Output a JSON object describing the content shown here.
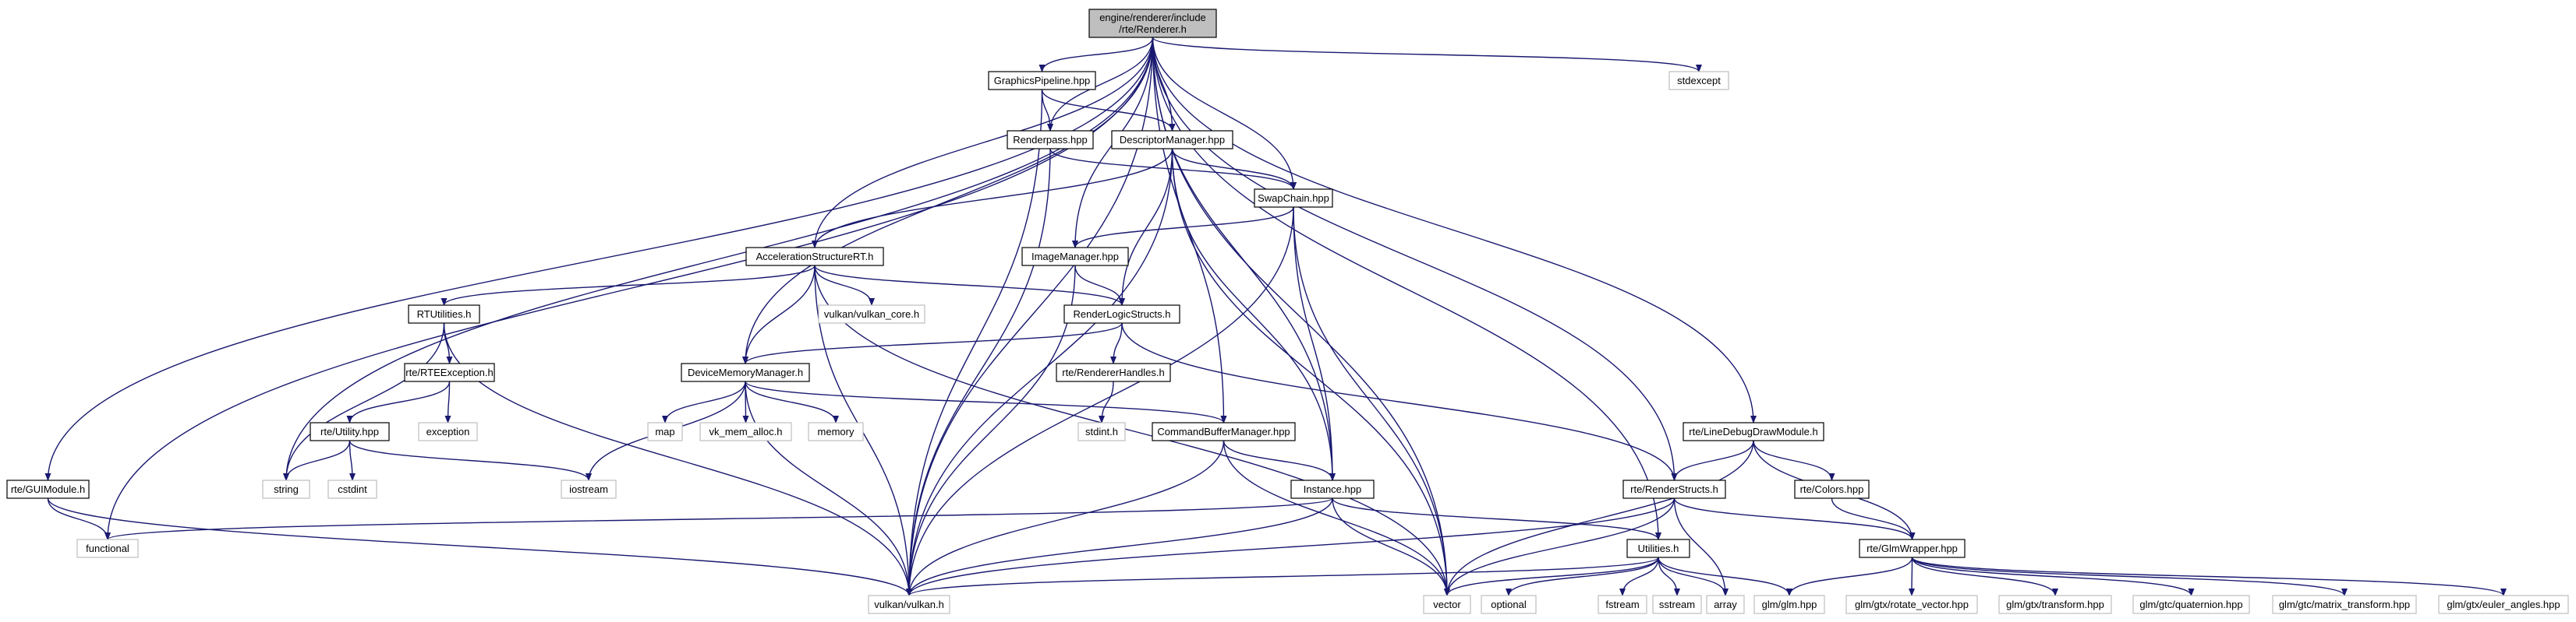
{
  "graph": {
    "root": "engine/renderer/include/rte/Renderer.h",
    "nodes": {
      "renderer": {
        "lines": [
          "engine/renderer/include",
          "/rte/Renderer.h"
        ],
        "system": false,
        "root": true
      },
      "gp": {
        "lines": [
          "GraphicsPipeline.hpp"
        ],
        "system": false
      },
      "rp": {
        "lines": [
          "Renderpass.hpp"
        ],
        "system": false
      },
      "dm": {
        "lines": [
          "DescriptorManager.hpp"
        ],
        "system": false
      },
      "sc": {
        "lines": [
          "SwapChain.hpp"
        ],
        "system": false
      },
      "as": {
        "lines": [
          "AccelerationStructureRT.h"
        ],
        "system": false
      },
      "im": {
        "lines": [
          "ImageManager.hpp"
        ],
        "system": false
      },
      "rls": {
        "lines": [
          "RenderLogicStructs.h"
        ],
        "system": false
      },
      "rtu": {
        "lines": [
          "RTUtilities.h"
        ],
        "system": false
      },
      "rtee": {
        "lines": [
          "rte/RTEException.h"
        ],
        "system": false
      },
      "util": {
        "lines": [
          "rte/Utility.hpp"
        ],
        "system": false
      },
      "dmm": {
        "lines": [
          "DeviceMemoryManager.h"
        ],
        "system": false
      },
      "rh": {
        "lines": [
          "rte/RendererHandles.h"
        ],
        "system": false
      },
      "cbm": {
        "lines": [
          "CommandBufferManager.hpp"
        ],
        "system": false
      },
      "inst": {
        "lines": [
          "Instance.hpp"
        ],
        "system": false
      },
      "utilities": {
        "lines": [
          "Utilities.h"
        ],
        "system": false
      },
      "gui": {
        "lines": [
          "rte/GUIModule.h"
        ],
        "system": false
      },
      "ldd": {
        "lines": [
          "rte/LineDebugDrawModule.h"
        ],
        "system": false
      },
      "rs": {
        "lines": [
          "rte/RenderStructs.h"
        ],
        "system": false
      },
      "colors": {
        "lines": [
          "rte/Colors.hpp"
        ],
        "system": false
      },
      "glmw": {
        "lines": [
          "rte/GlmWrapper.hpp"
        ],
        "system": false
      },
      "stdexcept": {
        "lines": [
          "stdexcept"
        ],
        "system": true
      },
      "vkcore": {
        "lines": [
          "vulkan/vulkan_core.h"
        ],
        "system": true
      },
      "string": {
        "lines": [
          "string"
        ],
        "system": true
      },
      "cstdint": {
        "lines": [
          "cstdint"
        ],
        "system": true
      },
      "exception": {
        "lines": [
          "exception"
        ],
        "system": true
      },
      "iostream": {
        "lines": [
          "iostream"
        ],
        "system": true
      },
      "map": {
        "lines": [
          "map"
        ],
        "system": true
      },
      "vma": {
        "lines": [
          "vk_mem_alloc.h"
        ],
        "system": true
      },
      "memory": {
        "lines": [
          "memory"
        ],
        "system": true
      },
      "stdint": {
        "lines": [
          "stdint.h"
        ],
        "system": true
      },
      "functional": {
        "lines": [
          "functional"
        ],
        "system": true
      },
      "vulkan": {
        "lines": [
          "vulkan/vulkan.h"
        ],
        "system": true
      },
      "vector": {
        "lines": [
          "vector"
        ],
        "system": true
      },
      "optional": {
        "lines": [
          "optional"
        ],
        "system": true
      },
      "fstream": {
        "lines": [
          "fstream"
        ],
        "system": true
      },
      "sstream": {
        "lines": [
          "sstream"
        ],
        "system": true
      },
      "array": {
        "lines": [
          "array"
        ],
        "system": true
      },
      "glm": {
        "lines": [
          "glm/glm.hpp"
        ],
        "system": true
      },
      "rotvec": {
        "lines": [
          "glm/gtx/rotate_vector.hpp"
        ],
        "system": true
      },
      "gtxtr": {
        "lines": [
          "glm/gtx/transform.hpp"
        ],
        "system": true
      },
      "quat": {
        "lines": [
          "glm/gtc/quaternion.hpp"
        ],
        "system": true
      },
      "mattr": {
        "lines": [
          "glm/gtc/matrix_transform.hpp"
        ],
        "system": true
      },
      "euler": {
        "lines": [
          "glm/gtx/euler_angles.hpp"
        ],
        "system": true
      }
    },
    "edges": [
      [
        "renderer",
        "gp"
      ],
      [
        "renderer",
        "rp"
      ],
      [
        "renderer",
        "dm"
      ],
      [
        "renderer",
        "sc"
      ],
      [
        "renderer",
        "as"
      ],
      [
        "renderer",
        "im"
      ],
      [
        "renderer",
        "dmm"
      ],
      [
        "renderer",
        "cbm"
      ],
      [
        "renderer",
        "inst"
      ],
      [
        "renderer",
        "utilities"
      ],
      [
        "renderer",
        "gui"
      ],
      [
        "renderer",
        "ldd"
      ],
      [
        "renderer",
        "rs"
      ],
      [
        "renderer",
        "stdexcept"
      ],
      [
        "renderer",
        "string"
      ],
      [
        "renderer",
        "functional"
      ],
      [
        "renderer",
        "vulkan"
      ],
      [
        "renderer",
        "vector"
      ],
      [
        "gp",
        "rp"
      ],
      [
        "gp",
        "dm"
      ],
      [
        "gp",
        "vulkan"
      ],
      [
        "rp",
        "sc"
      ],
      [
        "rp",
        "vulkan"
      ],
      [
        "dm",
        "sc"
      ],
      [
        "dm",
        "as"
      ],
      [
        "dm",
        "rls"
      ],
      [
        "dm",
        "inst"
      ],
      [
        "dm",
        "vulkan"
      ],
      [
        "dm",
        "vector"
      ],
      [
        "sc",
        "im"
      ],
      [
        "sc",
        "inst"
      ],
      [
        "sc",
        "vulkan"
      ],
      [
        "sc",
        "vector"
      ],
      [
        "im",
        "rls"
      ],
      [
        "im",
        "vulkan"
      ],
      [
        "as",
        "rtu"
      ],
      [
        "as",
        "vkcore"
      ],
      [
        "as",
        "rls"
      ],
      [
        "as",
        "dmm"
      ],
      [
        "as",
        "vulkan"
      ],
      [
        "as",
        "vector"
      ],
      [
        "rls",
        "dmm"
      ],
      [
        "rls",
        "rh"
      ],
      [
        "rls",
        "rs"
      ],
      [
        "rtu",
        "rtee"
      ],
      [
        "rtu",
        "string"
      ],
      [
        "rtu",
        "vulkan"
      ],
      [
        "rtee",
        "util"
      ],
      [
        "rtee",
        "exception"
      ],
      [
        "util",
        "string"
      ],
      [
        "util",
        "cstdint"
      ],
      [
        "util",
        "iostream"
      ],
      [
        "dmm",
        "iostream"
      ],
      [
        "dmm",
        "map"
      ],
      [
        "dmm",
        "vma"
      ],
      [
        "dmm",
        "memory"
      ],
      [
        "dmm",
        "cbm"
      ],
      [
        "dmm",
        "vulkan"
      ],
      [
        "rh",
        "stdint"
      ],
      [
        "cbm",
        "inst"
      ],
      [
        "cbm",
        "vulkan"
      ],
      [
        "cbm",
        "vector"
      ],
      [
        "inst",
        "utilities"
      ],
      [
        "inst",
        "functional"
      ],
      [
        "inst",
        "vulkan"
      ],
      [
        "inst",
        "vector"
      ],
      [
        "utilities",
        "vulkan"
      ],
      [
        "utilities",
        "vector"
      ],
      [
        "utilities",
        "optional"
      ],
      [
        "utilities",
        "fstream"
      ],
      [
        "utilities",
        "sstream"
      ],
      [
        "utilities",
        "array"
      ],
      [
        "utilities",
        "glm"
      ],
      [
        "gui",
        "functional"
      ],
      [
        "gui",
        "vulkan"
      ],
      [
        "ldd",
        "rs"
      ],
      [
        "ldd",
        "colors"
      ],
      [
        "ldd",
        "glmw"
      ],
      [
        "ldd",
        "vector"
      ],
      [
        "rs",
        "glmw"
      ],
      [
        "rs",
        "vulkan"
      ],
      [
        "rs",
        "vector"
      ],
      [
        "rs",
        "array"
      ],
      [
        "colors",
        "glmw"
      ],
      [
        "glmw",
        "glm"
      ],
      [
        "glmw",
        "rotvec"
      ],
      [
        "glmw",
        "gtxtr"
      ],
      [
        "glmw",
        "quat"
      ],
      [
        "glmw",
        "mattr"
      ],
      [
        "glmw",
        "euler"
      ]
    ]
  }
}
